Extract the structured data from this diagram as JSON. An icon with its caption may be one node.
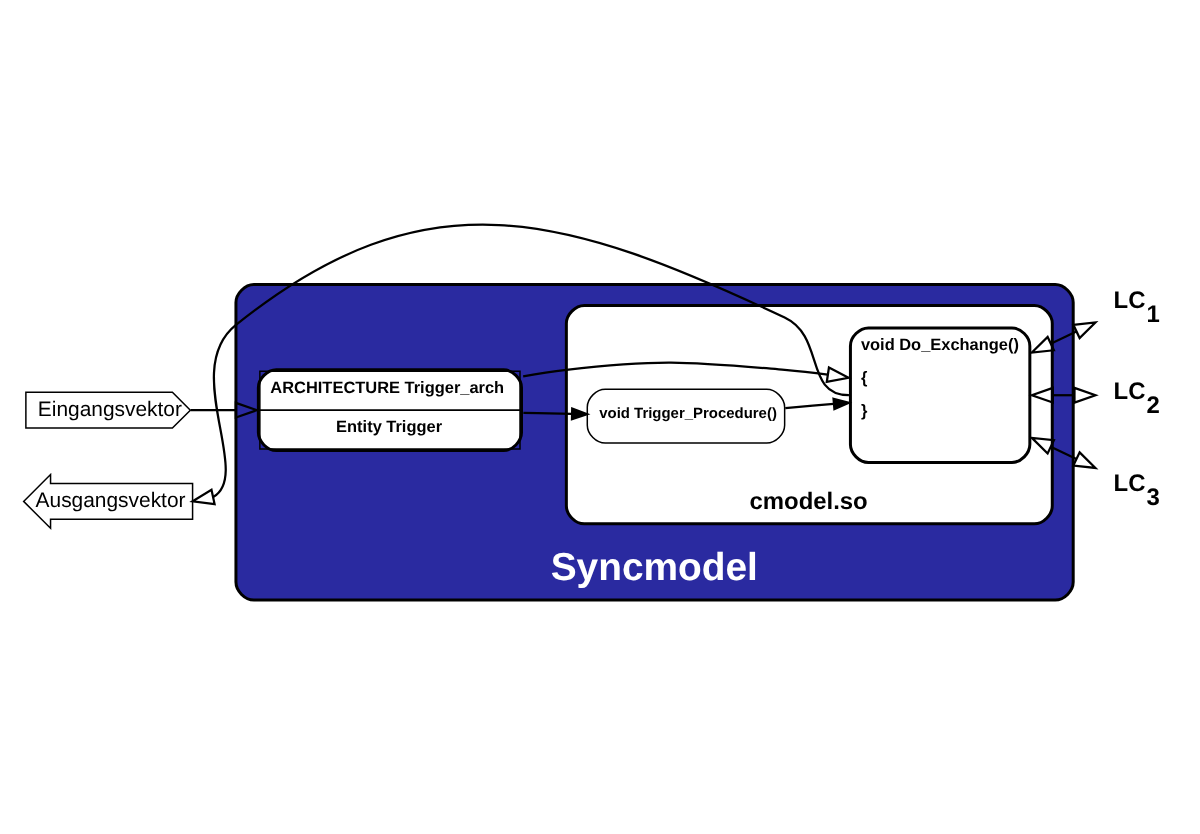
{
  "diagram": {
    "nodes": [
      {
        "text": [
          "Syncmodel"
        ]
      },
      {
        "text": [
          "Eingangsvektor"
        ]
      },
      {
        "text": [
          "ARCHITECTURE Trigger_arch",
          "Entity Trigger"
        ],
        "in": 0
      },
      {
        "text": [
          "cmodel.so"
        ],
        "in": 0
      },
      {
        "text": [
          "void Trigger_Procedure()"
        ],
        "in": 3
      },
      {
        "text": [
          "void Do_Exchange()",
          "{",
          "}"
        ],
        "in": 3
      },
      {
        "text": [
          "Ausgangsvektor"
        ]
      },
      {
        "text": [
          "LC$_{1}$"
        ]
      },
      {
        "text": [
          "LC$_{2}$"
        ]
      },
      {
        "text": [
          "LC$_{3}$"
        ]
      }
    ],
    "edges": [
      {
        "from": 1,
        "to": 2,
        "arrow": "to"
      },
      {
        "from": 2,
        "to": 4,
        "arrow": "to"
      },
      {
        "from": 2,
        "to": 5,
        "arrow": "to"
      },
      {
        "from": 4,
        "to": 5,
        "arrow": "to"
      },
      {
        "from": 5,
        "to": 6,
        "arrow": "to"
      },
      {
        "from": 5,
        "to": 7,
        "arrow": "both"
      },
      {
        "from": 5,
        "to": 8,
        "arrow": "both"
      },
      {
        "from": 5,
        "to": 9,
        "arrow": "both"
      }
    ]
  }
}
